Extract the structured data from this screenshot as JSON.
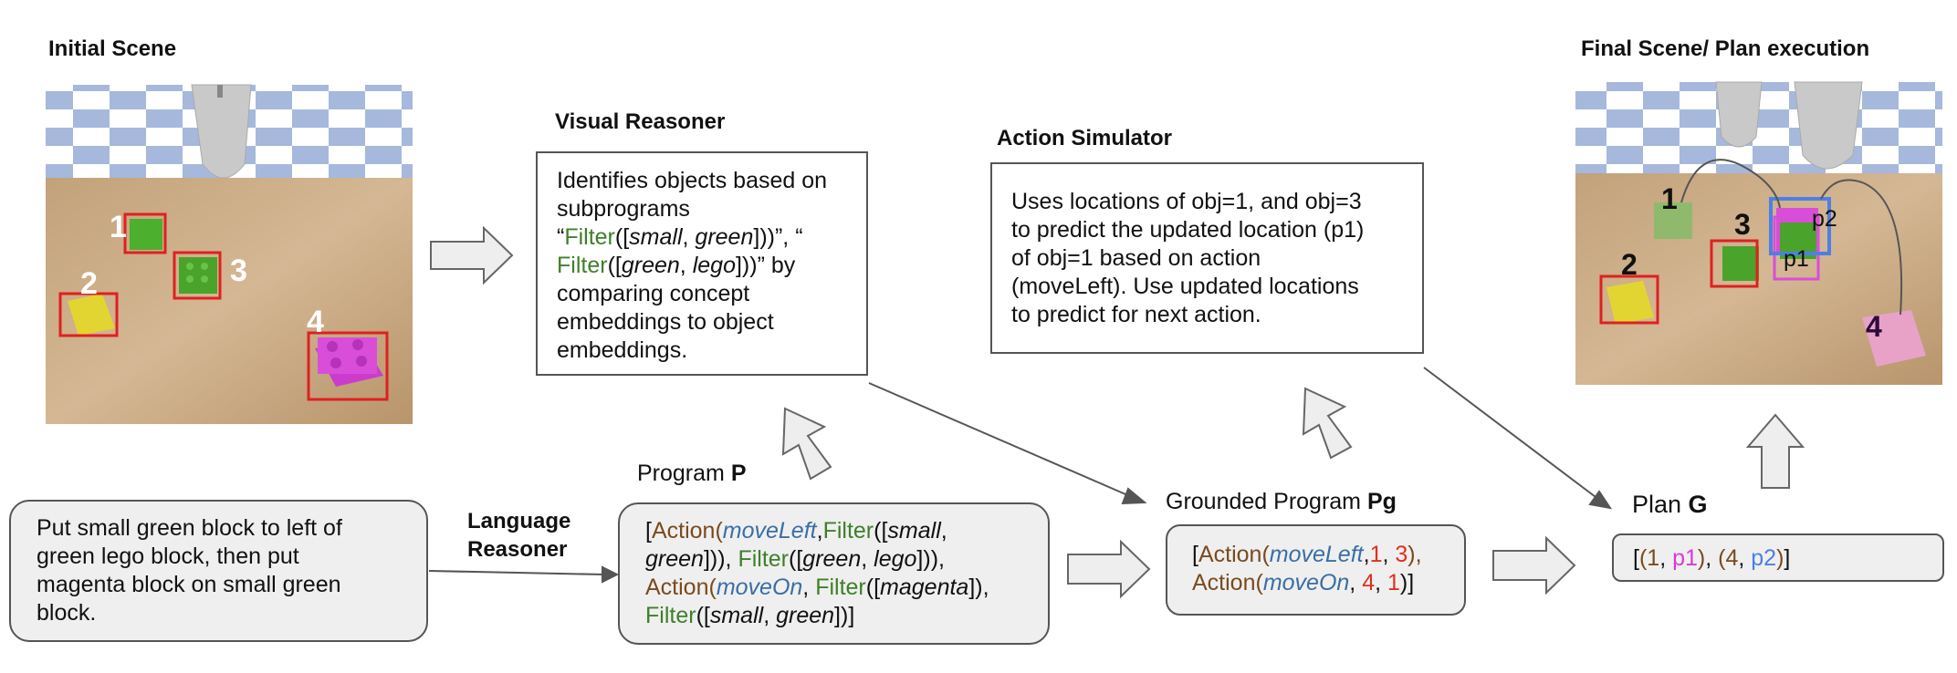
{
  "initial_scene": {
    "title": "Initial Scene",
    "labels": [
      "1",
      "2",
      "3",
      "4"
    ]
  },
  "final_scene": {
    "title": "Final Scene/ Plan execution",
    "labels": [
      "1",
      "2",
      "3",
      "4"
    ],
    "point_labels": [
      "p2",
      "p1"
    ]
  },
  "visual_reasoner": {
    "title": "Visual Reasoner",
    "lines": [
      {
        "parts": [
          {
            "t": "Identifies objects based on"
          }
        ]
      },
      {
        "parts": [
          {
            "t": "subprograms"
          }
        ]
      },
      {
        "parts": [
          {
            "t": "“"
          },
          {
            "t": "Filter",
            "c": "filter"
          },
          {
            "t": "(["
          },
          {
            "t": "small",
            "c": "it"
          },
          {
            "t": ", "
          },
          {
            "t": "green",
            "c": "it"
          },
          {
            "t": "]))”, “"
          }
        ]
      },
      {
        "parts": [
          {
            "t": "Filter",
            "c": "filter"
          },
          {
            "t": "(["
          },
          {
            "t": "green",
            "c": "it"
          },
          {
            "t": ", "
          },
          {
            "t": "lego",
            "c": "it"
          },
          {
            "t": "]))” by"
          }
        ]
      },
      {
        "parts": [
          {
            "t": "comparing concept"
          }
        ]
      },
      {
        "parts": [
          {
            "t": "embeddings to object"
          }
        ]
      },
      {
        "parts": [
          {
            "t": "embeddings."
          }
        ]
      }
    ]
  },
  "action_simulator": {
    "title": "Action Simulator",
    "lines": [
      "Uses locations of obj=1, and obj=3",
      "to predict the updated location (p1)",
      "of obj=1 based on action",
      "(moveLeft). Use updated locations",
      "to predict for next action."
    ]
  },
  "instruction": {
    "lines": [
      "Put small green block to left of",
      "green lego block, then put",
      "magenta block on small green",
      "block."
    ]
  },
  "language_reasoner": {
    "lines": [
      "Language",
      "Reasoner"
    ]
  },
  "program": {
    "label": "Program ",
    "label_bold": "P",
    "lines": [
      {
        "parts": [
          {
            "t": "["
          },
          {
            "t": "Action",
            "c": "action"
          },
          {
            "t": "(",
            "c": "action"
          },
          {
            "t": "moveLeft",
            "c": "fn"
          },
          {
            "t": ","
          },
          {
            "t": "Filter",
            "c": "filter"
          },
          {
            "t": "(["
          },
          {
            "t": "small",
            "c": "it"
          },
          {
            "t": ","
          }
        ]
      },
      {
        "parts": [
          {
            "t": "green",
            "c": "it"
          },
          {
            "t": "])), "
          },
          {
            "t": "Filter",
            "c": "filter"
          },
          {
            "t": "(["
          },
          {
            "t": "green",
            "c": "it"
          },
          {
            "t": ", "
          },
          {
            "t": "lego",
            "c": "it"
          },
          {
            "t": "])),"
          }
        ]
      },
      {
        "parts": [
          {
            "t": "Action",
            "c": "action"
          },
          {
            "t": "(",
            "c": "action"
          },
          {
            "t": "moveOn",
            "c": "fn"
          },
          {
            "t": ", "
          },
          {
            "t": "Filter",
            "c": "filter"
          },
          {
            "t": "(["
          },
          {
            "t": "magenta",
            "c": "it"
          },
          {
            "t": "]),"
          }
        ]
      },
      {
        "parts": [
          {
            "t": "Filter",
            "c": "filter"
          },
          {
            "t": "(["
          },
          {
            "t": "small",
            "c": "it"
          },
          {
            "t": ", "
          },
          {
            "t": "green",
            "c": "it"
          },
          {
            "t": "])]"
          }
        ]
      }
    ]
  },
  "grounded_program": {
    "label": "Grounded Program ",
    "label_bold": "Pg",
    "lines": [
      {
        "parts": [
          {
            "t": "["
          },
          {
            "t": "Action",
            "c": "action"
          },
          {
            "t": "(",
            "c": "action"
          },
          {
            "t": "moveLeft",
            "c": "fn"
          },
          {
            "t": ","
          },
          {
            "t": "1",
            "c": "red"
          },
          {
            "t": ", "
          },
          {
            "t": "3",
            "c": "red"
          },
          {
            "t": "),",
            "c": "action"
          }
        ]
      },
      {
        "parts": [
          {
            "t": "Action",
            "c": "action"
          },
          {
            "t": "(",
            "c": "action"
          },
          {
            "t": "moveOn",
            "c": "fn"
          },
          {
            "t": ", "
          },
          {
            "t": "4",
            "c": "red"
          },
          {
            "t": ", "
          },
          {
            "t": "1",
            "c": "red"
          },
          {
            "t": ")]"
          }
        ]
      }
    ]
  },
  "plan": {
    "label": "Plan ",
    "label_bold": "G",
    "lines": [
      {
        "parts": [
          {
            "t": "["
          },
          {
            "t": "(",
            "c": "brown"
          },
          {
            "t": "1",
            "c": "brown"
          },
          {
            "t": ", "
          },
          {
            "t": "p1",
            "c": "mag"
          },
          {
            "t": ")",
            "c": "brown"
          },
          {
            "t": ", "
          },
          {
            "t": "(",
            "c": "brown"
          },
          {
            "t": "4",
            "c": "brown"
          },
          {
            "t": ", "
          },
          {
            "t": "p2",
            "c": "blue"
          },
          {
            "t": ")",
            "c": "brown"
          },
          {
            "t": "]"
          }
        ]
      }
    ]
  },
  "colors": {
    "action": "#7a4a1e",
    "fn": "#3a6ea5",
    "filter": "#3f7f2a",
    "red": "#e0301e",
    "magenta": "#d63bd6",
    "blue": "#4d7fe6"
  }
}
